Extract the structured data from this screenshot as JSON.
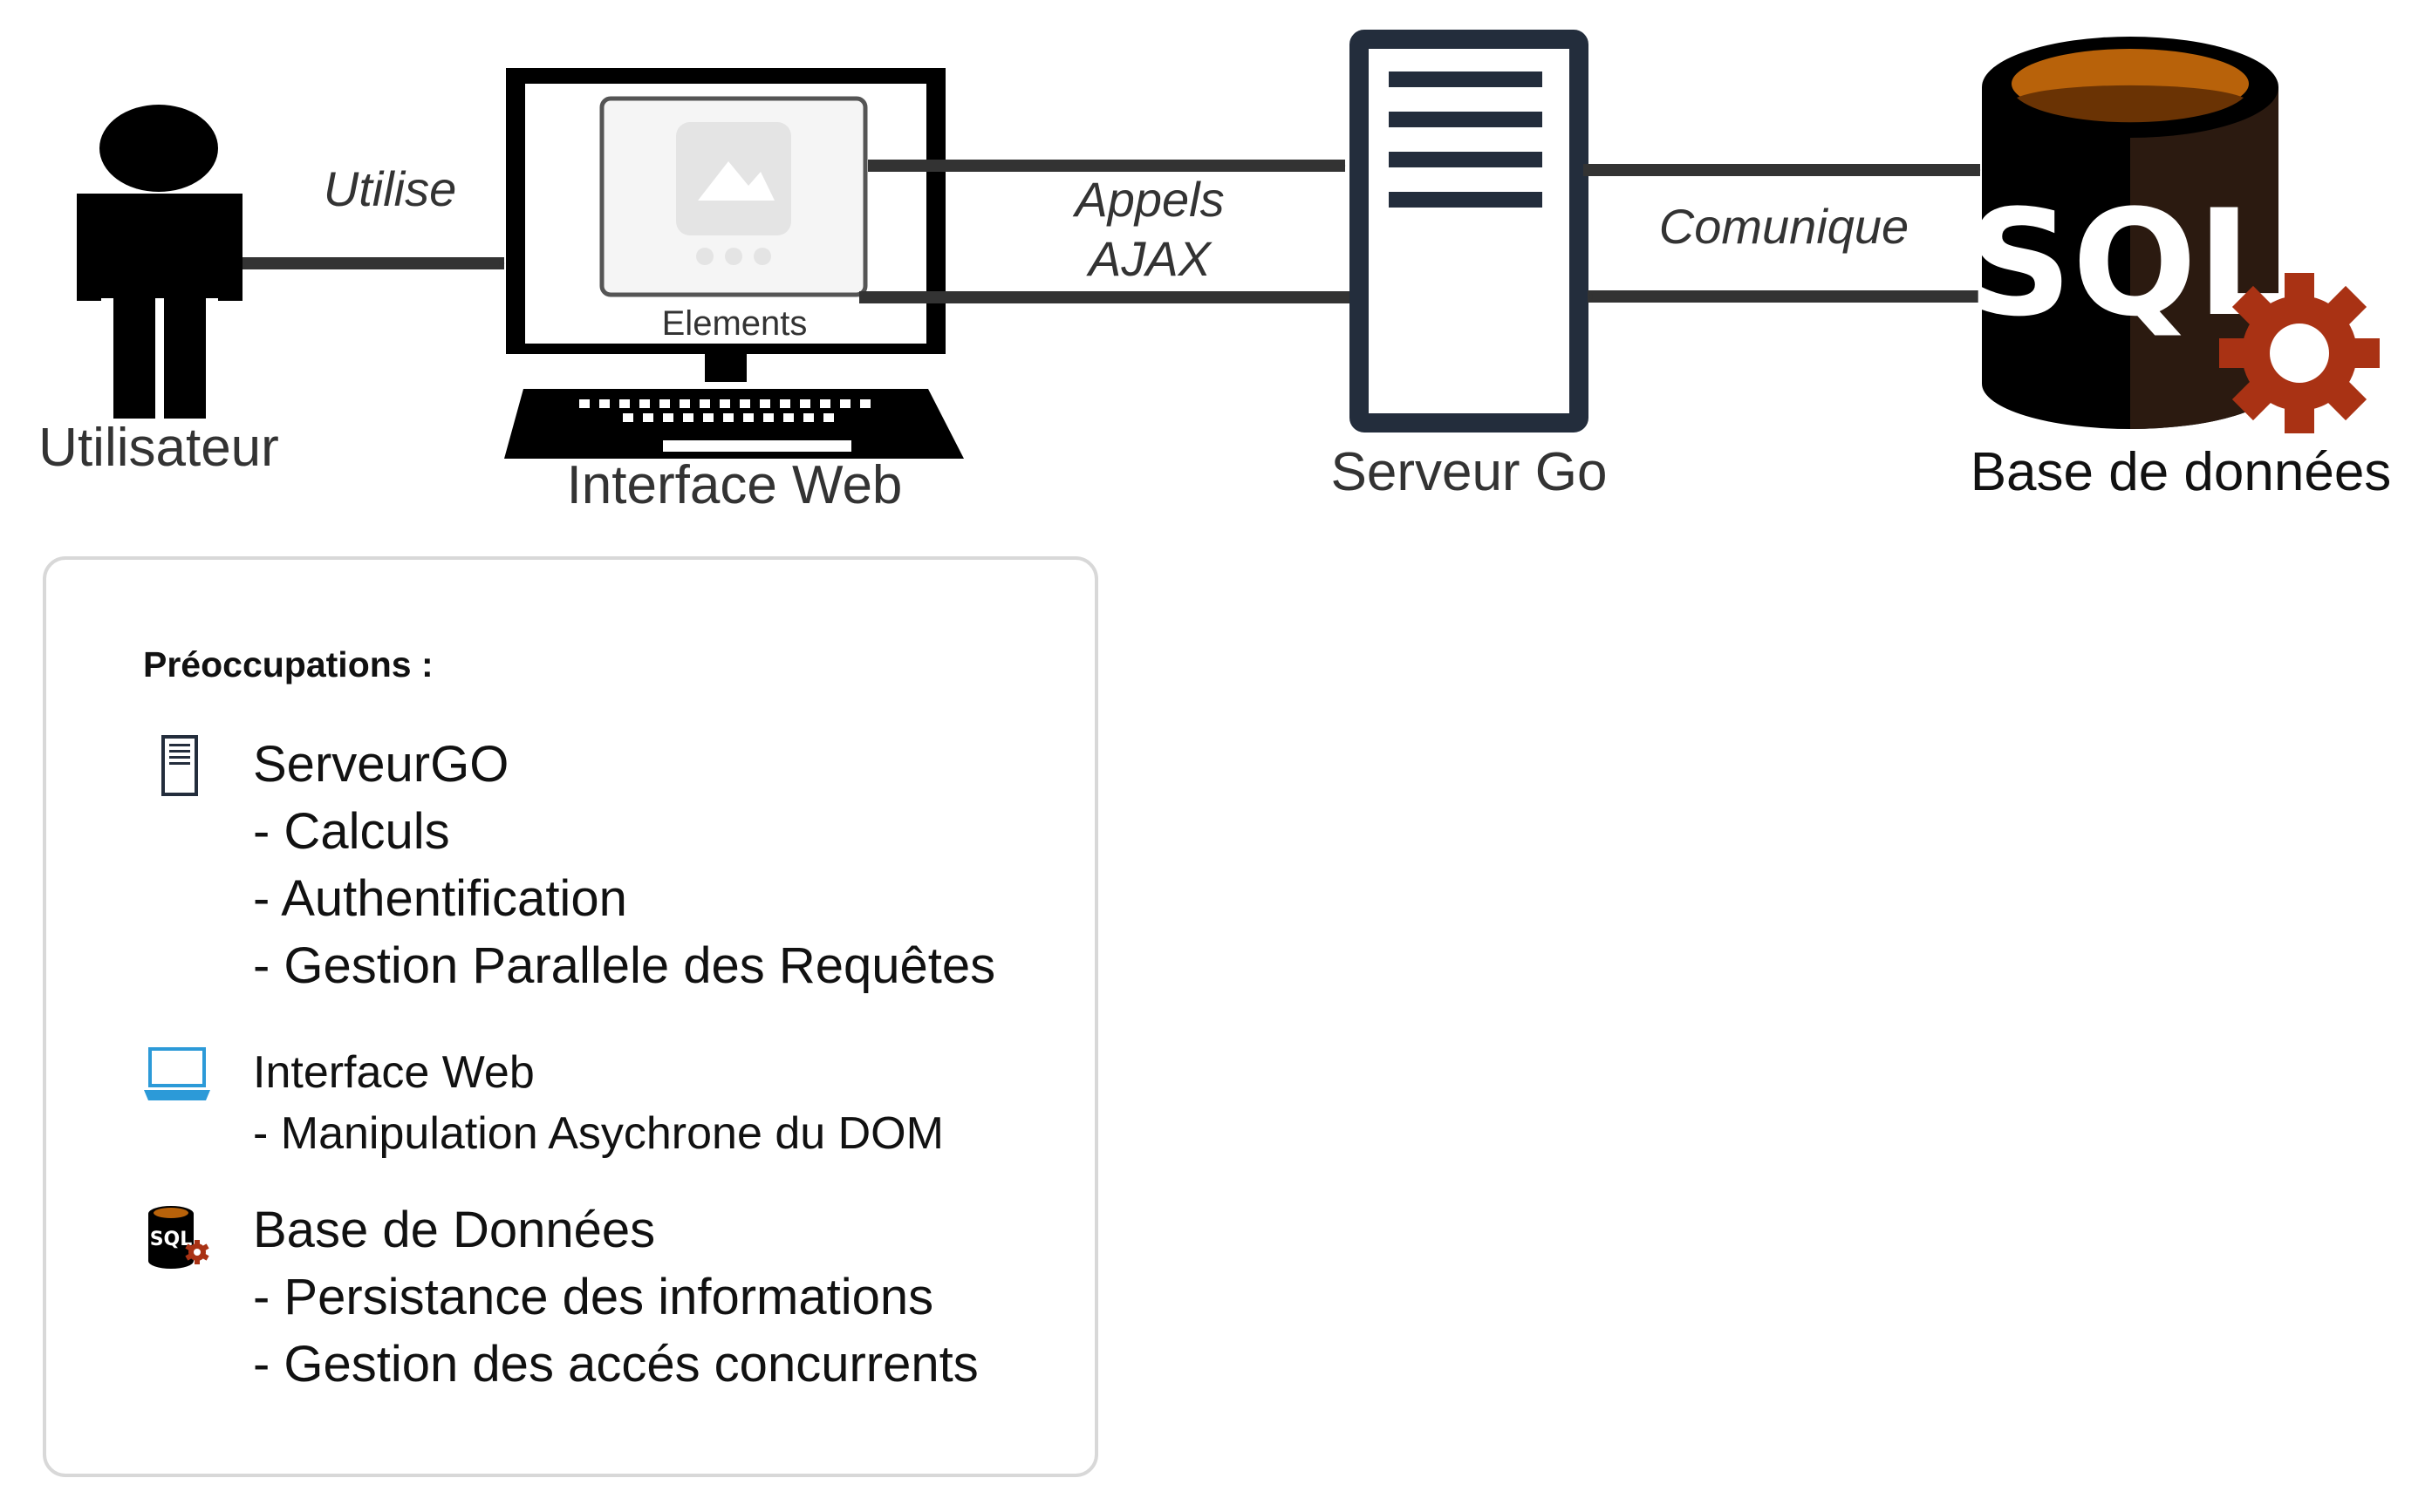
{
  "nodes": {
    "user": {
      "label": "Utilisateur"
    },
    "web": {
      "label": "Interface Web",
      "screen_label": "Elements"
    },
    "server": {
      "label": "Serveur Go"
    },
    "database": {
      "label": "Base de données",
      "logo_text": "SQL"
    }
  },
  "edges": {
    "user_to_web": {
      "label": "Utilise"
    },
    "ajax": {
      "label_line1": "Appels",
      "label_line2": "AJAX"
    },
    "server_db": {
      "label": "Comunique"
    }
  },
  "panel": {
    "title": "Préoccupations :",
    "sections": [
      {
        "icon": "server-icon",
        "heading": "ServeurGO",
        "items": [
          "- Calculs",
          "- Authentification",
          "- Gestion Parallele des Requêtes"
        ]
      },
      {
        "icon": "laptop-icon",
        "heading": "Interface Web",
        "items": [
          "- Manipulation Asychrone du DOM"
        ]
      },
      {
        "icon": "sql-database-icon",
        "heading": "Base de Données",
        "items": [
          "- Persistance des informations",
          "- Gestion des accés concurrents"
        ]
      }
    ]
  },
  "colors": {
    "arrow": "#333333",
    "server": "#232d3c",
    "db_body": "#000000",
    "db_shade": "#2b1a10",
    "db_top": "#b8620a",
    "gear": "#a93214",
    "laptop_icon": "#2c9ad8",
    "panel_border": "#d8d8d8"
  }
}
